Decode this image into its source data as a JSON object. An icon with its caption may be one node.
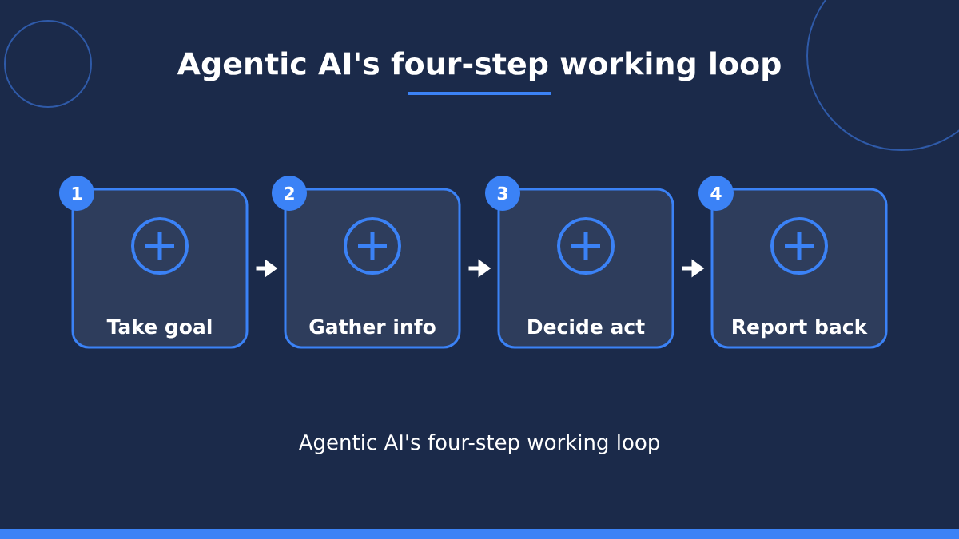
{
  "diagram": {
    "title": "Agentic AI's four-step working loop",
    "caption": "Agentic AI's four-step working loop",
    "nodes": [
      {
        "text": [
          "1",
          "Take goal"
        ]
      },
      {
        "text": [
          "2",
          "Gather info"
        ]
      },
      {
        "text": [
          "3",
          "Decide act"
        ]
      },
      {
        "text": [
          "4",
          "Report back"
        ]
      }
    ],
    "edges": [
      {
        "from": 0,
        "to": 1,
        "arrow": "to"
      },
      {
        "from": 1,
        "to": 2,
        "arrow": "to"
      },
      {
        "from": 2,
        "to": 3,
        "arrow": "to"
      }
    ]
  }
}
